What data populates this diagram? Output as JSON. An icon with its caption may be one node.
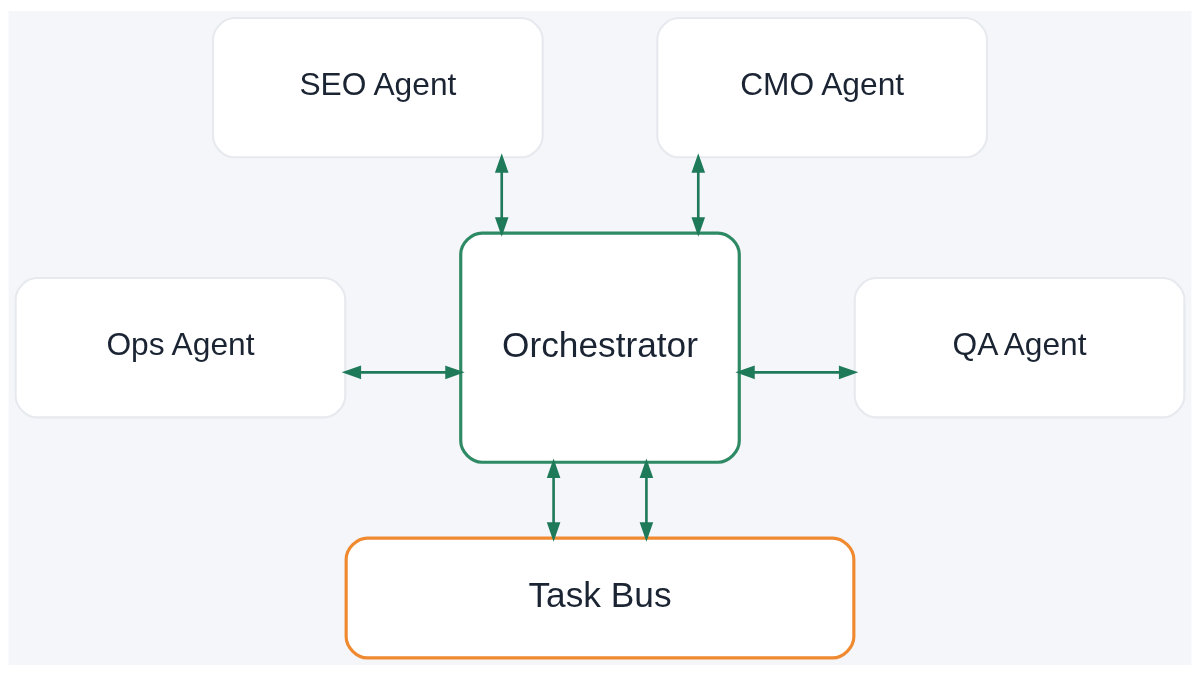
{
  "diagram": {
    "nodes": [
      {
        "text": [
          "SEO Agent"
        ]
      },
      {
        "text": [
          "CMO Agent"
        ]
      },
      {
        "text": [
          "Orchestrator"
        ]
      },
      {
        "text": [
          "Ops Agent"
        ]
      },
      {
        "text": [
          "QA Agent"
        ]
      },
      {
        "text": [
          "Task Bus"
        ]
      }
    ],
    "edges": [
      {
        "from": 0,
        "to": 2,
        "arrow": "both"
      },
      {
        "from": 1,
        "to": 2,
        "arrow": "both"
      },
      {
        "from": 3,
        "to": 2,
        "arrow": "both"
      },
      {
        "from": 4,
        "to": 2,
        "arrow": "both"
      },
      {
        "from": 2,
        "to": 5,
        "arrow": "both"
      },
      {
        "from": 2,
        "to": 5,
        "arrow": "both"
      }
    ]
  }
}
